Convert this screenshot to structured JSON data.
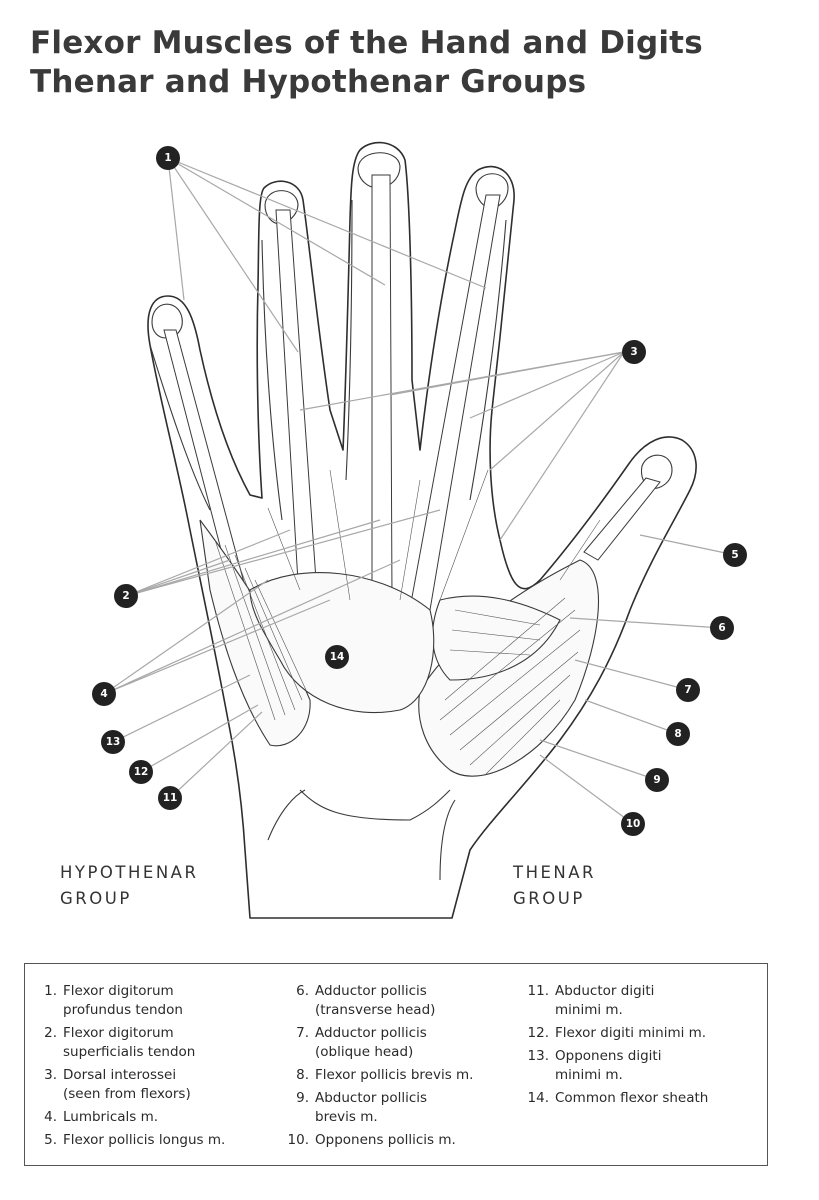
{
  "title": {
    "line1": "Flexor Muscles of the Hand and Digits",
    "line2": "Thenar and Hypothenar Groups"
  },
  "groups": {
    "hypothenar": {
      "line1": "HYPOTHENAR",
      "line2": "GROUP"
    },
    "thenar": {
      "line1": "THENAR",
      "line2": "GROUP"
    }
  },
  "legend": {
    "col1": [
      {
        "num": "1",
        "lines": [
          "Flexor digitorum",
          "profundus tendon"
        ]
      },
      {
        "num": "2",
        "lines": [
          "Flexor digitorum",
          "superficialis tendon"
        ]
      },
      {
        "num": "3",
        "lines": [
          "Dorsal interossei",
          "(seen from flexors)"
        ]
      },
      {
        "num": "4",
        "lines": [
          "Lumbricals m."
        ]
      },
      {
        "num": "5",
        "lines": [
          "Flexor pollicis longus m."
        ]
      }
    ],
    "col2": [
      {
        "num": "6",
        "lines": [
          "Adductor pollicis",
          "(transverse head)"
        ]
      },
      {
        "num": "7",
        "lines": [
          "Adductor pollicis",
          "(oblique head)"
        ]
      },
      {
        "num": "8",
        "lines": [
          "Flexor pollicis brevis m."
        ]
      },
      {
        "num": "9",
        "lines": [
          "Abductor pollicis",
          "brevis m."
        ]
      },
      {
        "num": "10",
        "lines": [
          "Opponens pollicis m."
        ]
      }
    ],
    "col3": [
      {
        "num": "11",
        "lines": [
          "Abductor digiti",
          "minimi m."
        ]
      },
      {
        "num": "12",
        "lines": [
          "Flexor digiti minimi m."
        ]
      },
      {
        "num": "13",
        "lines": [
          "Opponens digiti",
          "minimi m."
        ]
      },
      {
        "num": "14",
        "lines": [
          "Common flexor sheath"
        ]
      }
    ]
  },
  "callouts": [
    "1",
    "2",
    "3",
    "4",
    "5",
    "6",
    "7",
    "8",
    "9",
    "10",
    "11",
    "12",
    "13",
    "14"
  ]
}
